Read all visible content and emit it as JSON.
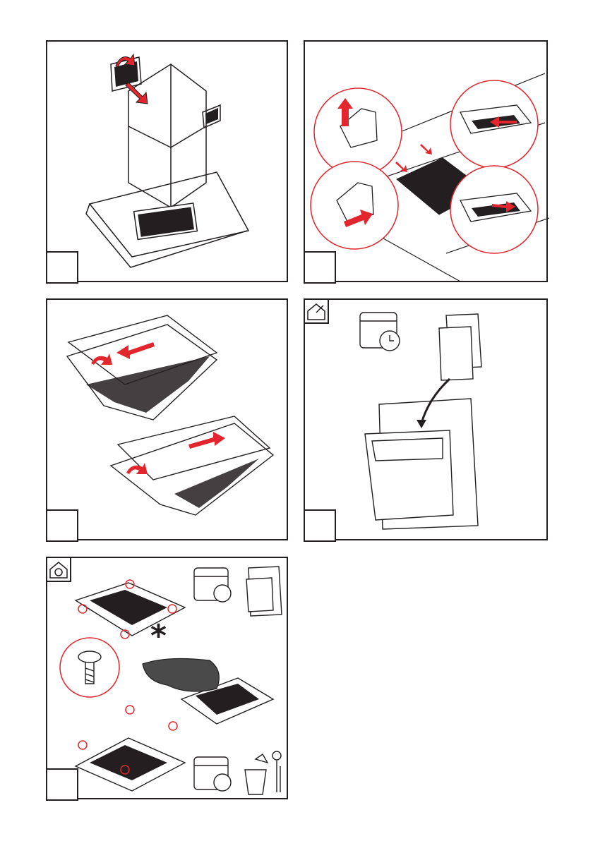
{
  "colors": {
    "line": "#231f20",
    "accent": "#e3262d",
    "mesh": "#231f20",
    "pad": "#4a4a4a"
  },
  "panels": [
    {
      "id": "p1",
      "icons": [
        "hood-chimney-icon",
        "filter-icon"
      ]
    },
    {
      "id": "p2",
      "icons": [
        "clip-icon",
        "filter-icon"
      ]
    },
    {
      "id": "p3",
      "icons": [
        "filter-frame-icon"
      ]
    },
    {
      "id": "p4",
      "icons": [
        "house-icon",
        "calendar-clock-icon",
        "dishwasher-icon",
        "filter-icon"
      ]
    },
    {
      "id": "p5",
      "icons": [
        "recycle-house-icon",
        "calendar-clock-icon",
        "dishwasher-icon",
        "screw-icon",
        "trash-bin-icon"
      ]
    }
  ],
  "callout": {
    "symbol": "*"
  }
}
